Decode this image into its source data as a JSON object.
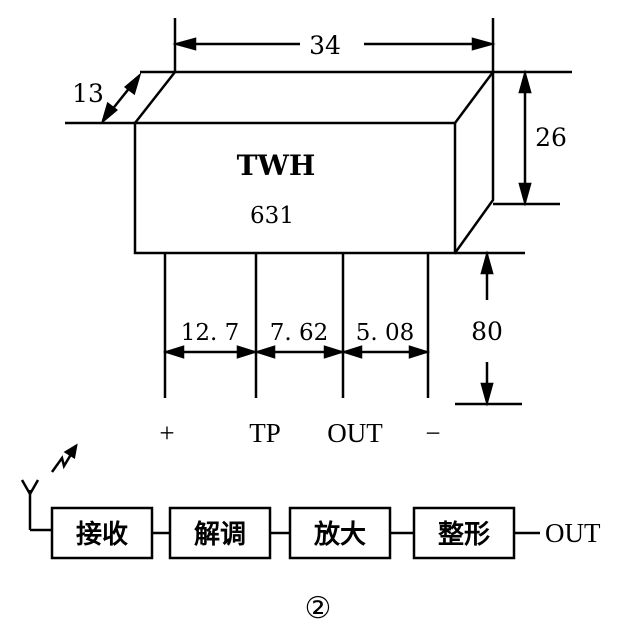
{
  "module": {
    "model": "TWH",
    "number": "631"
  },
  "dimensions": {
    "length": "34",
    "depth": "13",
    "height": "26",
    "pin_length": "80",
    "pitch_1": "12. 7",
    "pitch_2": "7. 62",
    "pitch_3": "5. 08"
  },
  "pins": {
    "plus": "+",
    "tp": "TP",
    "out": "OUT",
    "minus": "−"
  },
  "block_diagram": {
    "blocks": [
      "接收",
      "解调",
      "放大",
      "整形"
    ],
    "output": "OUT"
  },
  "figure_label": "②"
}
